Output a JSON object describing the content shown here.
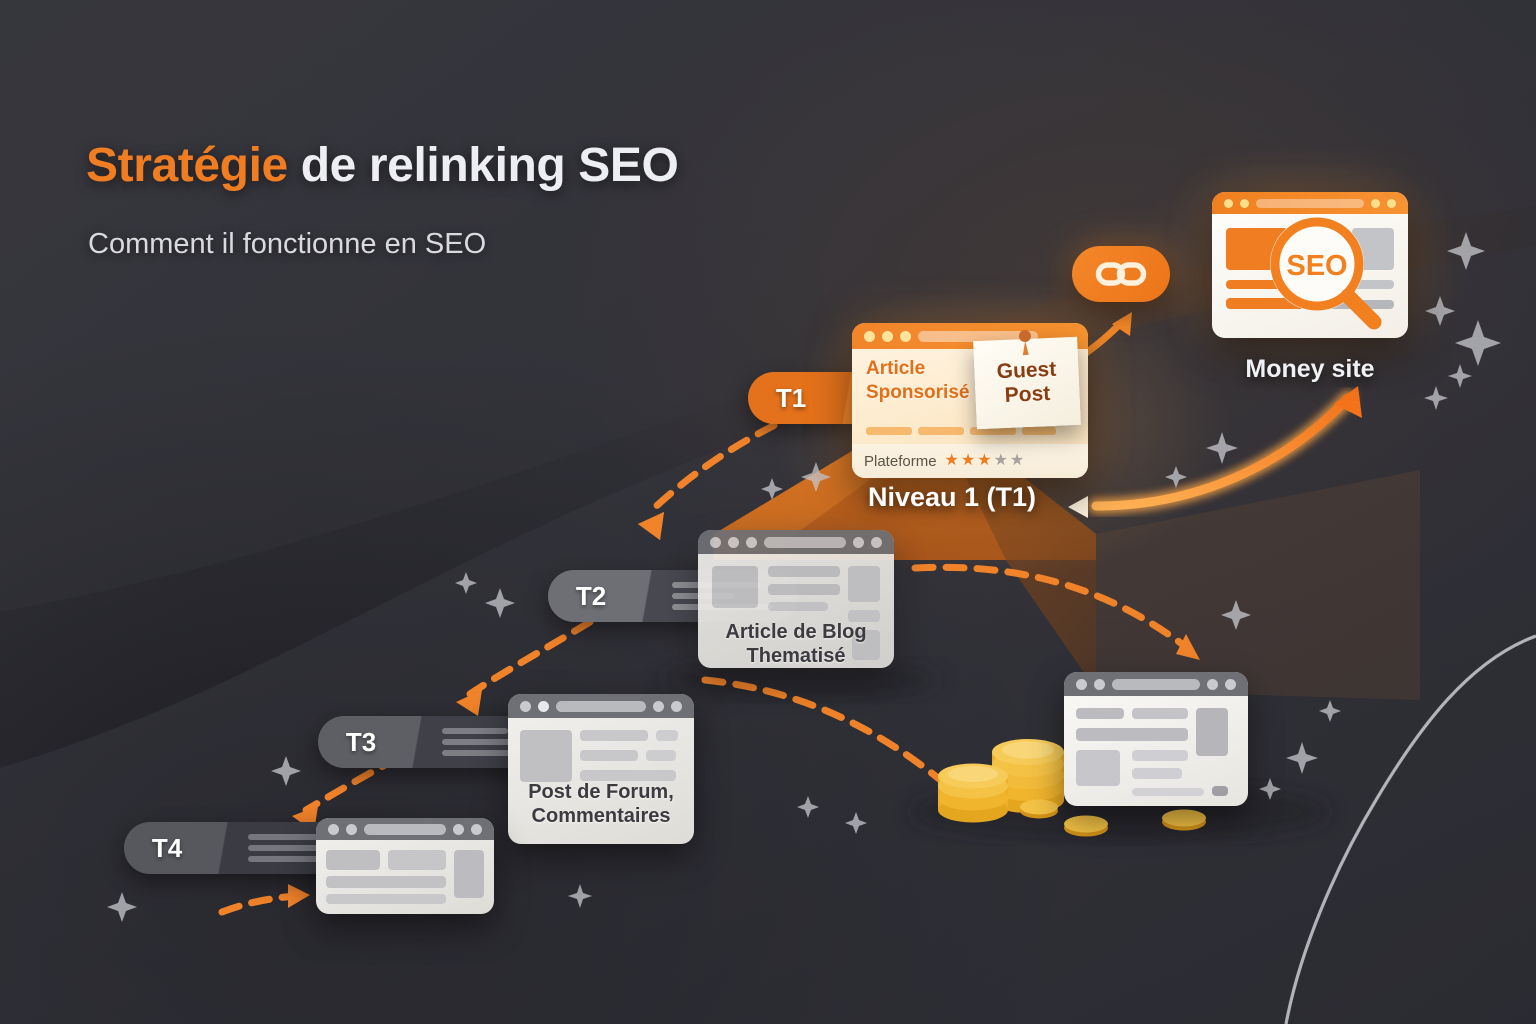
{
  "header": {
    "title_accent": "Stratégie",
    "title_rest": " de relinking SEO",
    "subtitle": "Comment il fonctionne en SEO"
  },
  "colors": {
    "background": "#2e2e35",
    "accent_orange": "#f07d22",
    "accent_orange_dark": "#e4711b",
    "text_light": "#eceef2",
    "tier_gray": "#6e6f74",
    "star_on": "#f07d22",
    "star_off": "#a8a39c",
    "coin_gold": "#f2c14b"
  },
  "money_site": {
    "label": "Money site",
    "icon": "seo-magnifier-icon",
    "seo_text": "SEO"
  },
  "chain_badge": {
    "icon": "chain-link-icon"
  },
  "tiers": [
    {
      "id": "t1",
      "badge": "T1",
      "level_label": "Niveau 1 (T1)"
    },
    {
      "id": "t2",
      "badge": "T2",
      "card_label": "Article de Blog\nThematisé",
      "card_label_line1": "Article de Blog",
      "card_label_line2": "Thematisé"
    },
    {
      "id": "t3",
      "badge": "T3",
      "card_label_line1": "Post de Forum,",
      "card_label_line2": "Commentaires"
    },
    {
      "id": "t4",
      "badge": "T4",
      "card_label_line1": "",
      "card_label_line2": ""
    }
  ],
  "t1_card": {
    "title_line1": "Article",
    "title_line2": "Sponsorisé",
    "sticky_line1": "Guest",
    "sticky_line2": "Post",
    "platform_label": "Plateforme",
    "rating_filled": 3,
    "rating_total": 5
  },
  "decor": {
    "coins": "gold-coin-stack",
    "sparkles": "four-point-star-sparkle"
  }
}
